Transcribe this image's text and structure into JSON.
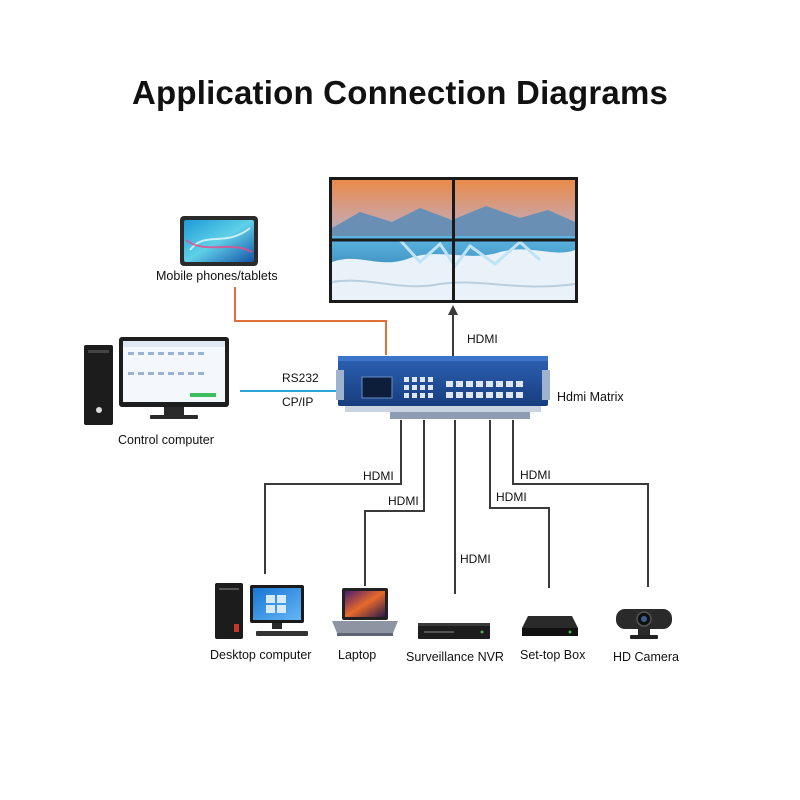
{
  "title": "Application Connection Diagrams",
  "devices": {
    "mobile": "Mobile phones/tablets",
    "control_computer": "Control computer",
    "matrix": "Hdmi Matrix",
    "desktop": "Desktop computer",
    "laptop": "Laptop",
    "nvr": "Surveillance NVR",
    "settop": "Set-top Box",
    "camera": "HD Camera"
  },
  "links": {
    "rs232": "RS232",
    "cpip": "CP/IP",
    "hdmi_out": "HDMI",
    "hdmi_desktop": "HDMI",
    "hdmi_laptop": "HDMI",
    "hdmi_nvr": "HDMI",
    "hdmi_settop": "HDMI",
    "hdmi_camera": "HDMI"
  },
  "colors": {
    "orange_line": "#e0703a",
    "blue_line": "#2aa6d8",
    "dark_line": "#3a3a3a",
    "matrix_body": "#1f4f9c"
  }
}
